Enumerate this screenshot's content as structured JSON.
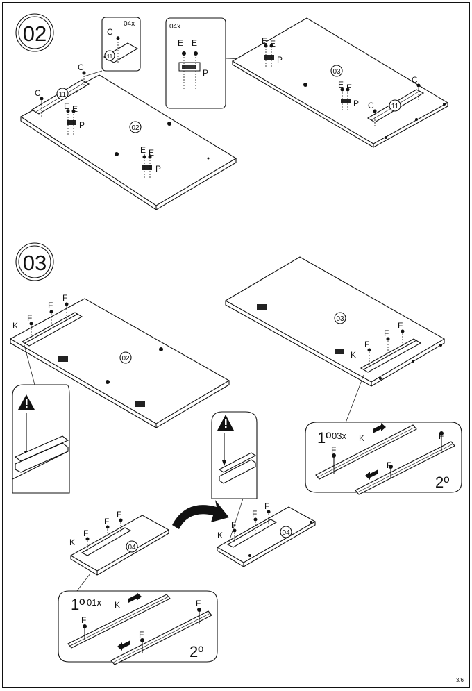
{
  "steps": [
    "02",
    "03"
  ],
  "page_number": "3/6",
  "step02": {
    "panel_left_label": "02",
    "panel_right_label": "03",
    "part_11": "11",
    "letter_c": "C",
    "letter_e": "E",
    "letter_p": "P",
    "qty_c": "04x",
    "qty_ep": "04x"
  },
  "step03": {
    "panel_left_label": "02",
    "panel_right_label": "03",
    "drawer_label": "04",
    "letter_f": "F",
    "letter_k": "K",
    "detail_left_order": "1º",
    "detail_left_qty": "01x",
    "detail_left_second": "2º",
    "detail_right_order": "1º",
    "detail_right_qty": "03x",
    "detail_right_second": "2º"
  },
  "icons": [
    "warning-icon",
    "curved-arrow-icon",
    "screw-icon",
    "slide-rail-icon",
    "bracket-icon"
  ]
}
